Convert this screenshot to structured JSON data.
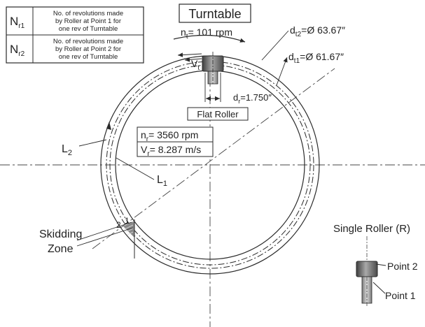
{
  "legend": {
    "rows": [
      {
        "symbol": "N",
        "sub": "r1",
        "lines": [
          "No. of revolutions made",
          "by Roller at Point 1 for",
          "one rev of Turntable"
        ]
      },
      {
        "symbol": "N",
        "sub": "r2",
        "lines": [
          "No. of revolutions made",
          "by Roller at Point 2 for",
          "one rev of Turntable"
        ]
      }
    ]
  },
  "turntable": {
    "title": "Turntable",
    "speed_symbol": "n",
    "speed_sub": "t",
    "speed_value": "= 101 rpm",
    "vt_symbol": "V",
    "vt_sub": "t"
  },
  "dimensions": {
    "dt2_symbol": "d",
    "dt2_sub": "t2",
    "dt2_value": "=Ø 63.67″",
    "dt1_symbol": "d",
    "dt1_sub": "t1",
    "dt1_value": "=Ø 61.67″",
    "dr_symbol": "d",
    "dr_sub": "r",
    "dr_value": "=1.750″"
  },
  "flat_roller_label": "Flat Roller",
  "roller_info": {
    "nr_symbol": "n",
    "nr_sub": "r",
    "nr_value": "= 3560 rpm",
    "vr_symbol": "V",
    "vr_sub": "r",
    "vr_value": "= 8.287 m/s"
  },
  "paths": {
    "l2_symbol": "L",
    "l2_sub": "2",
    "l1_symbol": "L",
    "l1_sub": "1"
  },
  "skidding": {
    "line1": "Skidding",
    "line2": "Zone",
    "point2_marker": "2",
    "point1_marker": "1"
  },
  "single_roller": {
    "title": "Single Roller (R)",
    "point2": "Point 2",
    "point1": "Point 1"
  },
  "colors": {
    "line": "#2a2a2a",
    "roller_dark": "#4a4a4a",
    "roller_mid": "#8c8c8c",
    "roller_light": "#c8c8c8",
    "hatch": "#555555"
  }
}
